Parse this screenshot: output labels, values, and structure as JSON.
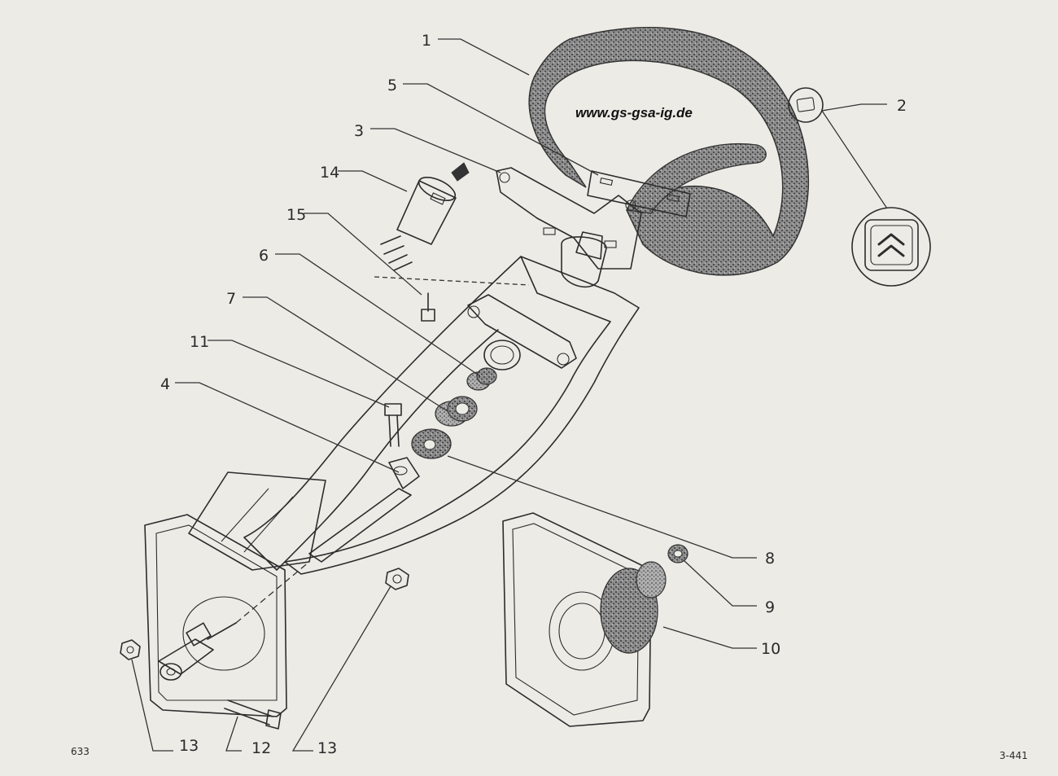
{
  "watermark": "www.gs-gsa-ig.de",
  "plate_number": "633",
  "sheet_reference": "3-441",
  "callouts": {
    "c1": "1",
    "c2": "2",
    "c3": "3",
    "c4": "4",
    "c5": "5",
    "c6": "6",
    "c7": "7",
    "c8": "8",
    "c9": "9",
    "c10": "10",
    "c11": "11",
    "c12": "12",
    "c13a": "13",
    "c13b": "13",
    "c14": "14",
    "c15": "15"
  }
}
